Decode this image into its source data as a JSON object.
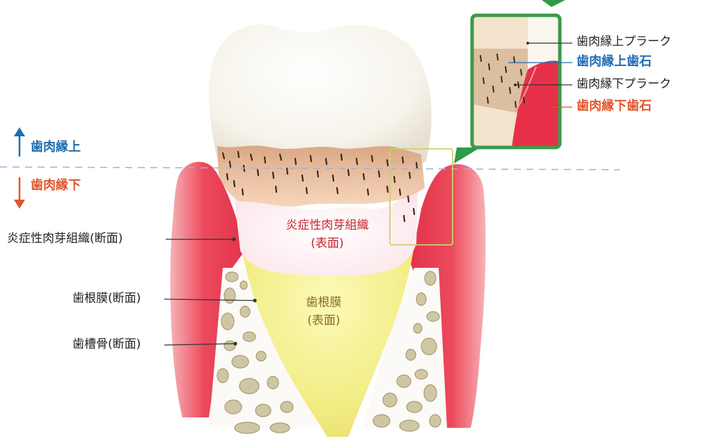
{
  "inset_labels": {
    "supragingival_plaque": "歯肉縁上プラーク",
    "supragingival_calculus": "歯肉縁上歯石",
    "subgingival_plaque": "歯肉縁下プラーク",
    "subgingival_calculus": "歯肉縁下歯石"
  },
  "margin_labels": {
    "above": "歯肉縁上",
    "below": "歯肉縁下"
  },
  "left_labels": {
    "granulation_section": "炎症性肉芽組織(断面)",
    "pdl_section": "歯根膜(断面)",
    "alveolar_bone_section": "歯槽骨(断面)"
  },
  "center_labels": {
    "granulation_surface_line1": "炎症性肉芽組織",
    "granulation_surface_line2": "(表面)",
    "pdl_surface_line1": "歯根膜",
    "pdl_surface_line2": "(表面)"
  },
  "colors": {
    "blue": "#1f6db3",
    "orange": "#e5552b",
    "gum": "#e8344a",
    "inset_border": "#3c9a49"
  }
}
